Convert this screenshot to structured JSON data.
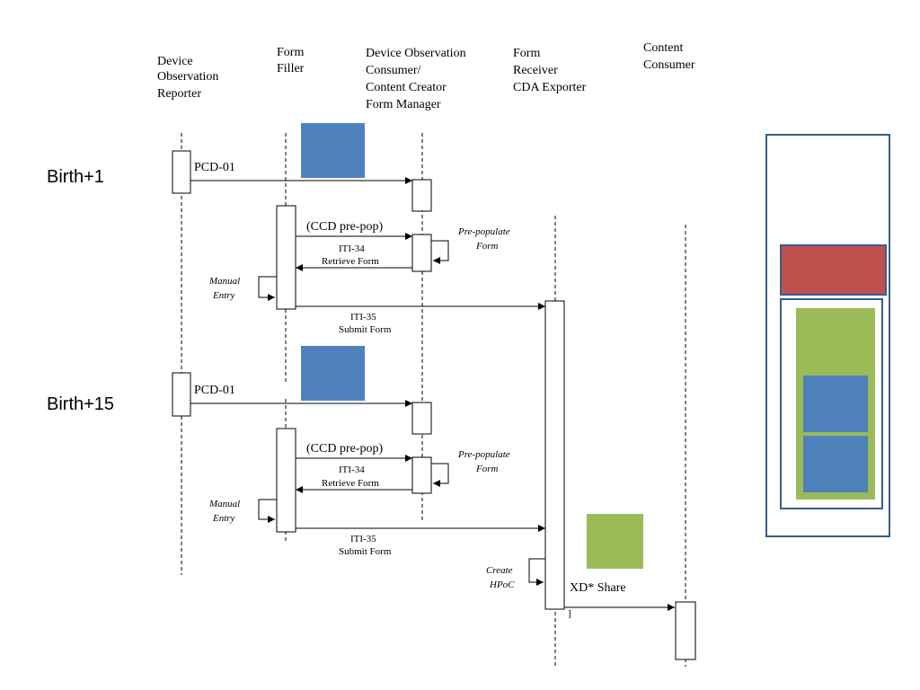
{
  "actors": [
    {
      "id": "dor",
      "lines": [
        "Device",
        "Observation",
        "Reporter"
      ]
    },
    {
      "id": "ff",
      "lines": [
        "Form",
        "Filler"
      ]
    },
    {
      "id": "doc",
      "lines": [
        "Device Observation",
        "Consumer/",
        "Content Creator",
        "Form Manager"
      ]
    },
    {
      "id": "fr",
      "lines": [
        "Form",
        "Receiver",
        "CDA Exporter"
      ]
    },
    {
      "id": "cc",
      "lines": [
        "Content",
        "Consumer"
      ]
    }
  ],
  "phases": [
    "Birth+1",
    "Birth+15"
  ],
  "messages": {
    "pcd01": "PCD-01",
    "ccd_prepop": "(CCD pre-pop)",
    "iti34": "ITI-34",
    "retrieve_form": "Retrieve Form",
    "iti35": "ITI-35",
    "submit_form": "Submit Form",
    "xd_share": "XD* Share"
  },
  "notes": {
    "prepopulate": [
      "Pre-populate",
      "Form"
    ],
    "manual_entry": [
      "Manual",
      "Entry"
    ],
    "create_hpoc": [
      "Create",
      "HPoC"
    ],
    "bracket_mark": "]"
  },
  "colors": {
    "blue": "#4f81bd",
    "green": "#9bbb59",
    "red": "#c0504d",
    "frame": "#385d8a"
  }
}
